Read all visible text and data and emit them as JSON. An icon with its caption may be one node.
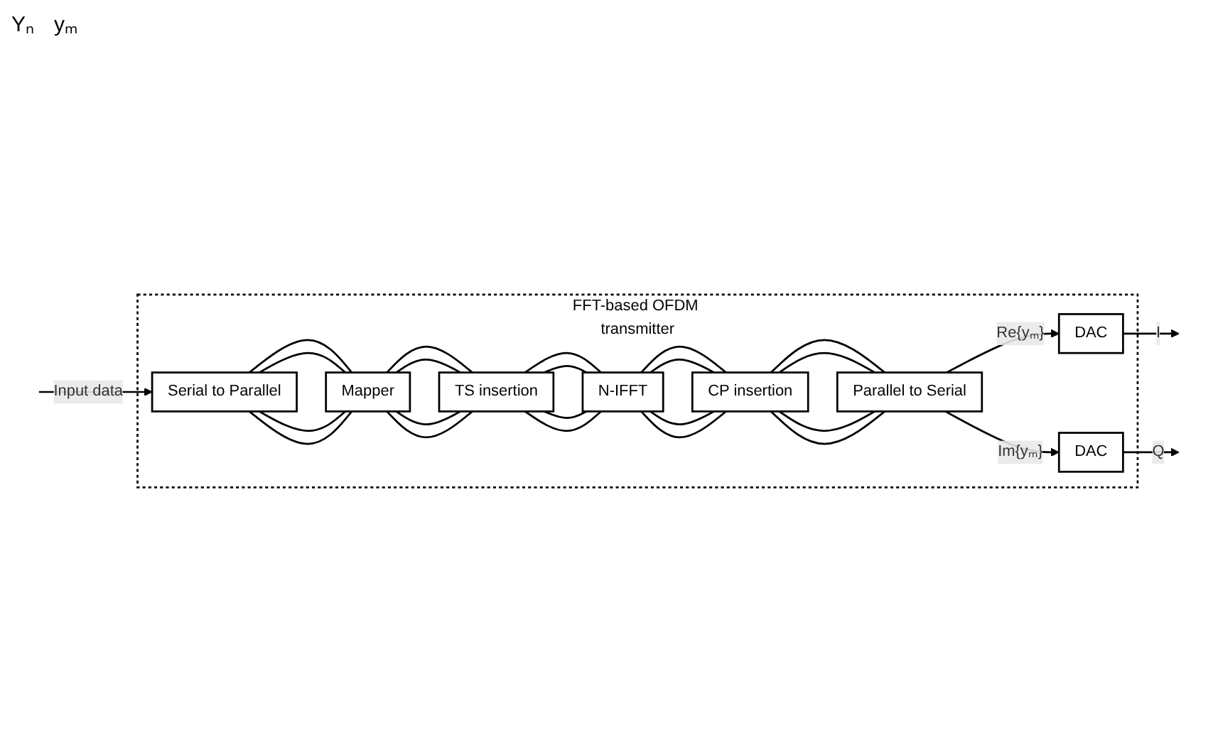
{
  "diagram": {
    "nodes": [
      {
        "text": [
          "FFT-based OFDM transmitter"
        ]
      },
      {
        "text": [
          "Serial to Parallel"
        ],
        "in": 0
      },
      {
        "text": [
          "Mapper"
        ],
        "in": 0
      },
      {
        "text": [
          "TS insertion"
        ],
        "in": 0
      },
      {
        "text": [
          "N-IFFT"
        ],
        "in": 0
      },
      {
        "text": [
          "CP insertion"
        ],
        "in": 0
      },
      {
        "text": [
          "Parallel to Serial"
        ],
        "in": 0
      },
      {
        "text": [
          "DAC"
        ],
        "in": 0
      },
      {
        "text": [
          "DAC"
        ],
        "in": 0
      }
    ],
    "edges": [
      {
        "from": null,
        "to": 1,
        "arrow": "to",
        "label": "Input data"
      },
      {
        "from": 1,
        "to": 2,
        "arrow": "none"
      },
      {
        "from": 1,
        "to": 2,
        "arrow": "none"
      },
      {
        "from": 1,
        "to": 2,
        "arrow": "none"
      },
      {
        "from": 1,
        "to": 2,
        "arrow": "none"
      },
      {
        "from": 2,
        "to": 3,
        "arrow": "none"
      },
      {
        "from": 2,
        "to": 3,
        "arrow": "none"
      },
      {
        "from": 2,
        "to": 3,
        "arrow": "none"
      },
      {
        "from": 2,
        "to": 3,
        "arrow": "none"
      },
      {
        "from": 3,
        "to": 4,
        "arrow": "none"
      },
      {
        "from": 3,
        "to": 4,
        "arrow": "none"
      },
      {
        "from": 3,
        "to": 4,
        "arrow": "none"
      },
      {
        "from": 3,
        "to": 4,
        "arrow": "none"
      },
      {
        "from": 4,
        "to": 5,
        "arrow": "none"
      },
      {
        "from": 4,
        "to": 5,
        "arrow": "none"
      },
      {
        "from": 4,
        "to": 5,
        "arrow": "none"
      },
      {
        "from": 4,
        "to": 5,
        "arrow": "none"
      },
      {
        "from": 5,
        "to": 6,
        "arrow": "none"
      },
      {
        "from": 5,
        "to": 6,
        "arrow": "none"
      },
      {
        "from": 5,
        "to": 6,
        "arrow": "none"
      },
      {
        "from": 5,
        "to": 6,
        "arrow": "none"
      },
      {
        "from": 6,
        "to": 7,
        "arrow": "to",
        "label": "Re{yₘ}"
      },
      {
        "from": 6,
        "to": 8,
        "arrow": "to",
        "label": "Im{yₘ}"
      },
      {
        "from": 7,
        "to": null,
        "arrow": "to",
        "label": "I"
      },
      {
        "from": 8,
        "to": null,
        "arrow": "to",
        "label": "Q"
      }
    ],
    "labels": [
      "Yₙ",
      "yₘ"
    ]
  }
}
